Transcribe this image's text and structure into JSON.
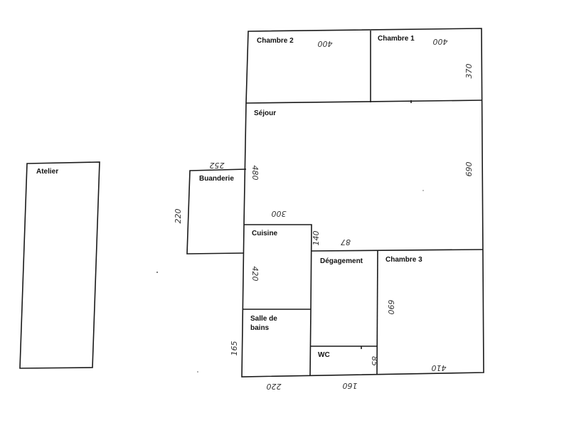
{
  "rooms": {
    "atelier": "Atelier",
    "chambre2": "Chambre 2",
    "chambre1": "Chambre 1",
    "sejour": "Séjour",
    "buanderie": "Buanderie",
    "cuisine": "Cuisine",
    "degagement": "Dégagement",
    "chambre3": "Chambre 3",
    "salle_de_bains_line1": "Salle de",
    "salle_de_bains_line2": "bains",
    "wc": "WC"
  },
  "dimensions": {
    "chambre2_width": "400",
    "chambre1_width": "400",
    "chambre1_depth": "370",
    "sejour_depth": "690",
    "buanderie_top": "252",
    "sejour_left": "480",
    "buanderie_side": "220",
    "cuisine_top": "300",
    "cuisine_side": "420",
    "cuisine_gap": "140",
    "degagement_top": "87",
    "chambre3_side": "690",
    "salle_de_bains_side": "165",
    "chambre3_bottom": "410",
    "wc_side": "85",
    "bottom_left": "220",
    "bottom_right": "160"
  }
}
